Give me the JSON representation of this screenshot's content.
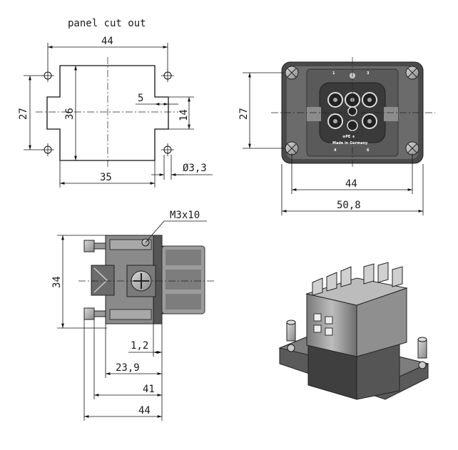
{
  "panel_view": {
    "title": "panel cut out",
    "dim_width_top": "44",
    "dim_height_holes": "27",
    "dim_height_cut": "36",
    "dim_notch": "5",
    "dim_notch_height": "14",
    "dim_width_bottom": "35",
    "dim_hole_diameter": "Ø3,3"
  },
  "front_view": {
    "dim_height": "27",
    "dim_inner_width": "44",
    "dim_outer_width": "50,8",
    "label_pin_1": "1",
    "label_pin_3": "3",
    "label_pin_4": "4",
    "label_pin_6": "6",
    "label_standard": "⊕PE ⊕",
    "label_made_in": "Made in Germany"
  },
  "side_view": {
    "dim_screw": "M3x10",
    "dim_height": "34",
    "dim_flange": "1,2",
    "dim_depth_1": "23,9",
    "dim_depth_2": "41",
    "dim_depth_total": "44"
  },
  "photo": {
    "description_icon": "connector-insert-photo"
  }
}
